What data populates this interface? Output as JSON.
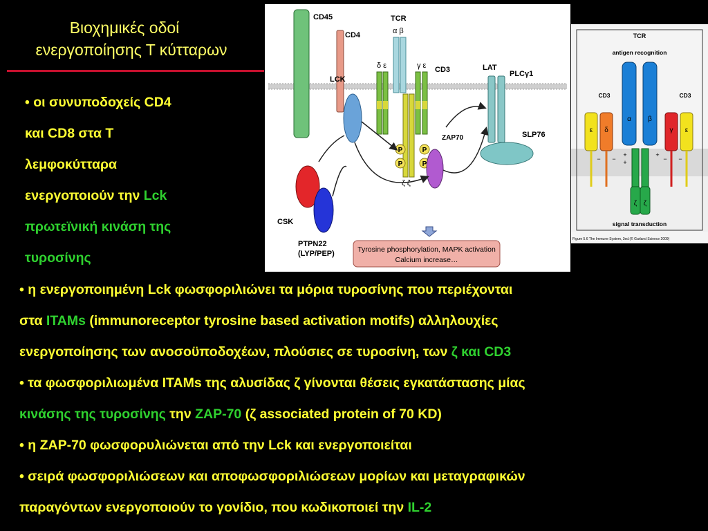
{
  "title": {
    "line1": "Βιοχημικές οδοί",
    "line2": "ενεργοποίησης Τ κύτταρων"
  },
  "left_bullet": {
    "l1": "• οι συνυποδοχείς CD4",
    "l2": "και CD8 στα Τ",
    "l3": "λεμφοκύτταρα",
    "l4a": "ενεργοποιούν την ",
    "l4b": "Lck",
    "l5": "πρωτεϊνική κινάση της",
    "l6": "τυροσίνης"
  },
  "bottom": {
    "b1": "• η ενεργοποιημένη Lck φωσφοριλιώνει τα μόρια τυροσίνης που περιέχονται",
    "b2a": "στα ",
    "b2b": "ITAMs",
    "b2c": " (immunoreceptor tyrosine based activation motifs) αλληλουχίες",
    "b3a": "ενεργοποίησης των ανοσοϋποδοχέων, πλούσιες σε τυροσίνη, των ",
    "b3b": "ζ",
    "b3c": " και ",
    "b3d": "CD3",
    "b4": "• τα φωσφοριλιωμένα ITAMs της αλυσίδας ζ γίνονται θέσεις εγκατάστασης μίας",
    "b5a": "κινάσης της τυροσίνης",
    "b5b": " την ",
    "b5c": "ZAP-70",
    "b5d": " (ζ associated protein of 70 KD)",
    "b6": "• η ZAP-70 φωσφορυλιώνεται από την Lck και ενεργοποιείται",
    "b7": "• σειρά φωσφοριλιώσεων και αποφωσφοριλιώσεων μορίων και μεταγραφικών",
    "b8a": "παραγόντων ενεργοποιούν το γονίδιο, που κωδικοποιεί την ",
    "b8b": "IL-2"
  },
  "figure1": {
    "cd45": "CD45",
    "cd4": "CD4",
    "tcr": "TCR",
    "ab": "α β",
    "lck": "LCK",
    "de": "δ ε",
    "ge": "γ ε",
    "cd3": "CD3",
    "lat": "LAT",
    "plc": "PLCγ1",
    "zap70": "ZAP70",
    "slp76": "SLP76",
    "csk": "CSK",
    "ptpn22": "PTPN22",
    "lyp": "(LYP/PEP)",
    "p": "P",
    "zz": "ζ ζ",
    "box1": "Tyrosine phosphorylation, MAPK activation",
    "box2": "Calcium increase…"
  },
  "figure2": {
    "tcr": "TCR",
    "antigen": "antigen recognition",
    "cd3_left": "CD3",
    "cd3_right": "CD3",
    "e": "ε",
    "d": "δ",
    "a": "α",
    "b": "β",
    "g": "γ",
    "z": "ζ",
    "plus": "+",
    "minus": "−",
    "signal": "signal transduction",
    "caption": "Figure 5.6 The Immune System, 3ed.(© Garland Science 2009)"
  },
  "colors": {
    "title": "#ffff66",
    "text": "#ffff33",
    "accent": "#2fd12f",
    "rule": "#c8102e"
  }
}
